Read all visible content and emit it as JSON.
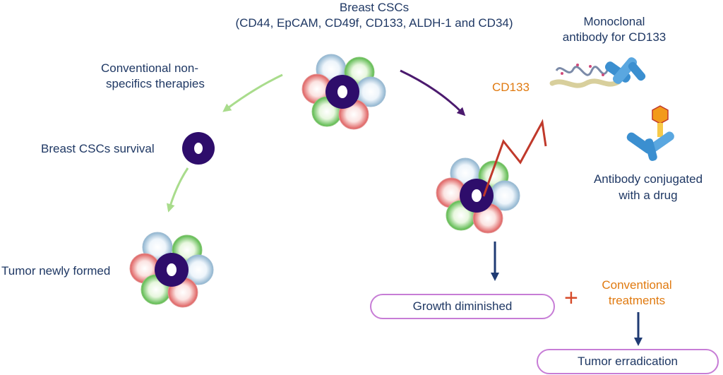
{
  "title": {
    "line1": "Breast CSCs",
    "line2": "(CD44, EpCAM, CD49f, CD133, ALDH-1 and CD34)"
  },
  "monoclonal": {
    "line1": "Monoclonal",
    "line2": "antibody for CD133"
  },
  "cd133_label": "CD133",
  "conventional_nonspecific": {
    "line1": "Conventional non-",
    "line2": "specifics therapies"
  },
  "survival_label": "Breast CSCs survival",
  "tumor_new_label": "Tumor newly formed",
  "antibody_drug": {
    "line1": "Antibody conjugated",
    "line2": "with a drug"
  },
  "growth_label": "Growth diminished",
  "plus_symbol": "+",
  "conventional_treatments": {
    "line1": "Conventional",
    "line2": "treatments"
  },
  "eradication_label": "Tumor erradication",
  "colors": {
    "text_navy": "#1f3864",
    "orange": "#e07a10",
    "core_purple": "#2e0d6b",
    "arrow_green": "#a9dc8c",
    "arrow_purple": "#4b1a6e",
    "arrow_navy": "#1f3b73",
    "pill_border": "#c77dd6",
    "antibody_blue": "#3b8fd0",
    "drug_orange": "#f39a1a",
    "receptor_red": "#c0392b"
  }
}
